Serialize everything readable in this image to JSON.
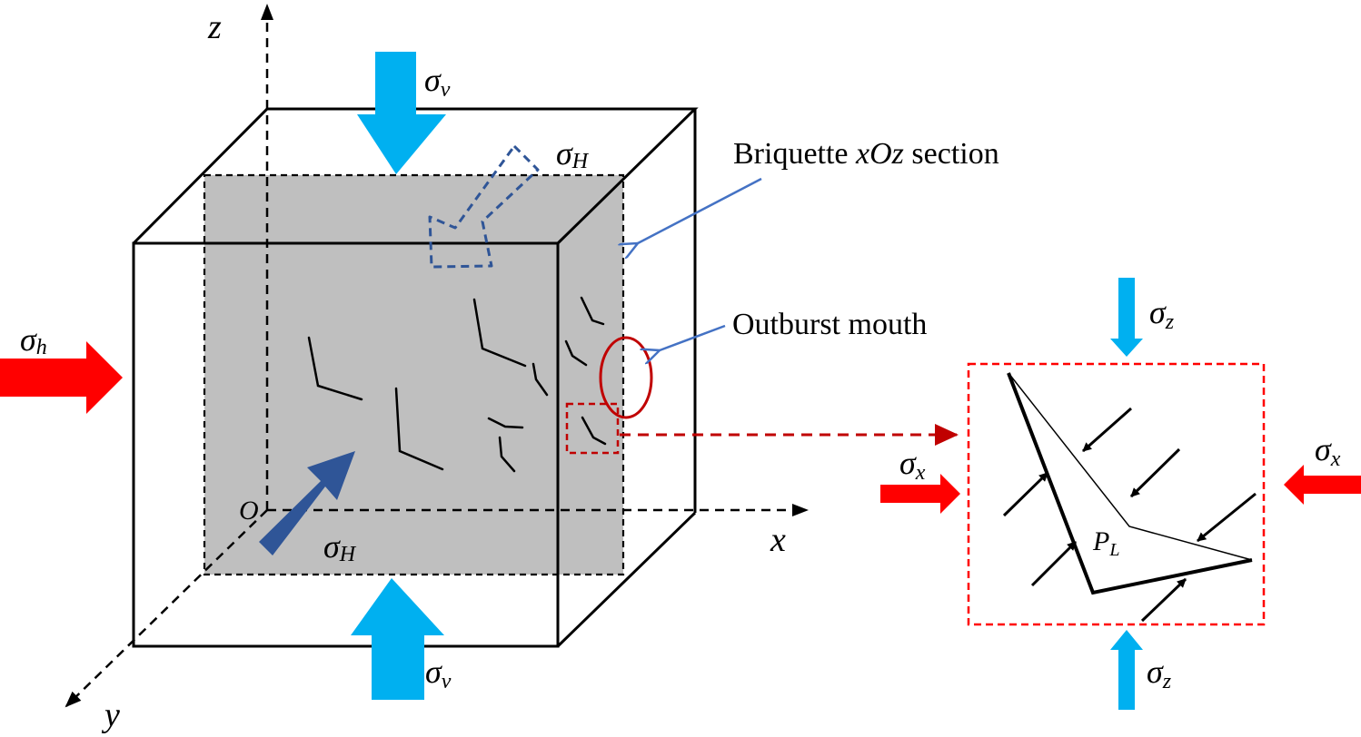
{
  "axes": {
    "x": "x",
    "y": "y",
    "z": "z",
    "origin": "O"
  },
  "stresses": {
    "vertical": {
      "symbol": "σ",
      "subscript": "v"
    },
    "horizontal_max": {
      "symbol": "σ",
      "subscript": "H"
    },
    "horizontal_min": {
      "symbol": "σ",
      "subscript": "h"
    }
  },
  "callouts": {
    "section": {
      "prefix": "Briquette ",
      "italic": "xOz",
      "suffix": " section"
    },
    "mouth": {
      "text": "Outburst mouth"
    }
  },
  "detail": {
    "sigma_x": {
      "symbol": "σ",
      "subscript": "x"
    },
    "sigma_z": {
      "symbol": "σ",
      "subscript": "z"
    },
    "pressure": {
      "symbol": "P",
      "subscript": "L"
    }
  },
  "colors": {
    "cyan_arrow": "#00b0f0",
    "red_arrow": "#ff0000",
    "navy_arrow": "#2f5597",
    "dashed_blue": "#2f5597",
    "callout_blue": "#4472c4",
    "section_gray": "#bfbfbf",
    "mouth_red": "#c00000",
    "detail_box_red": "#ff0000"
  }
}
